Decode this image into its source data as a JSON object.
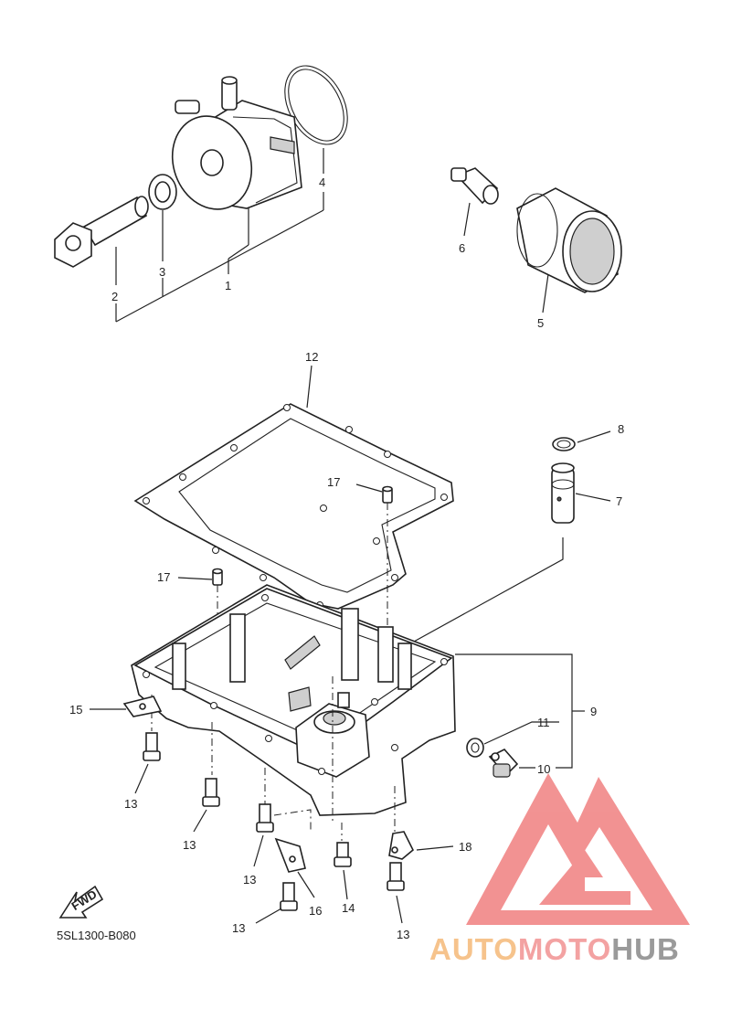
{
  "diagram_code": "5SL1300-B080",
  "fwd_label": "FWD",
  "callouts": {
    "c1": "1",
    "c2": "2",
    "c3": "3",
    "c4": "4",
    "c5": "5",
    "c6": "6",
    "c7": "7",
    "c8": "8",
    "c9": "9",
    "c10": "10",
    "c11": "11",
    "c12": "12",
    "c13a": "13",
    "c13b": "13",
    "c13c": "13",
    "c13d": "13",
    "c13e": "13",
    "c14": "14",
    "c15": "15",
    "c16": "16",
    "c17a": "17",
    "c17b": "17",
    "c18": "18"
  },
  "watermark": {
    "part1": "AUTO",
    "part2": "MOTO",
    "part3": "HUB",
    "colors": {
      "auto": "#f6c38c",
      "moto": "#f3a2a2",
      "hub": "#9a9a9a",
      "logo": "#f08080"
    }
  }
}
